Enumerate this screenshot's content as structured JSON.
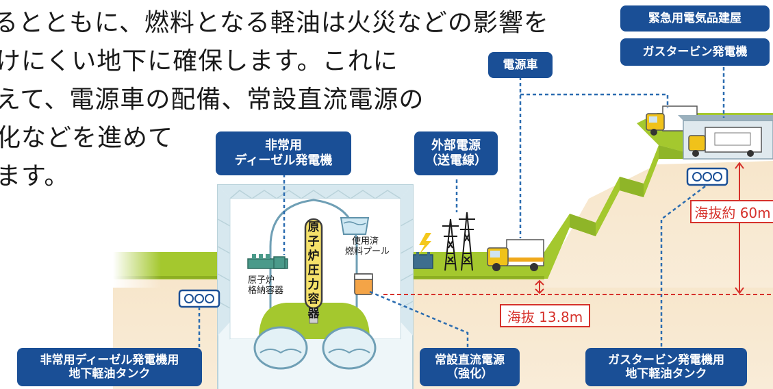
{
  "intro": {
    "lines": [
      "るとともに、燃料となる軽油は火災などの影響を",
      "けにくい地下に確保します。これに",
      "えて、電源車の配備、常設直流電源の",
      "化などを進めて",
      "ます。"
    ]
  },
  "labels": {
    "emergency_building": "緊急用電気品建屋",
    "gas_turbine": "ガスタービン発電機",
    "power_truck": "電源車",
    "diesel_generator": [
      "非常用",
      "ディーゼル発電機"
    ],
    "external_power": [
      "外部電源",
      "（送電線）"
    ],
    "diesel_tank": [
      "非常用ディーゼル発電機用",
      "地下軽油タンク"
    ],
    "dc_power": [
      "常設直流電源",
      "（強化）"
    ],
    "gas_turbine_tank": [
      "ガスタービン発電機用",
      "地下軽油タンク"
    ]
  },
  "elevations": {
    "high": "海抜約 60m",
    "low": "海抜 13.8m"
  },
  "inner_labels": {
    "reactor_vessel": [
      "原",
      "子",
      "炉",
      "圧",
      "力",
      "容",
      "器"
    ],
    "containment": [
      "原子炉",
      "格納容器"
    ],
    "spent_fuel_pool": [
      "使用済",
      "燃料プール"
    ]
  },
  "colors": {
    "label_blue": "#1a4f96",
    "ground_green": "#a4c82e",
    "soil": "#f6e3c6",
    "elevation_red": "#d6312b",
    "truck_yellow": "#f0c21a",
    "dotted_blue": "#2b6cb0"
  }
}
